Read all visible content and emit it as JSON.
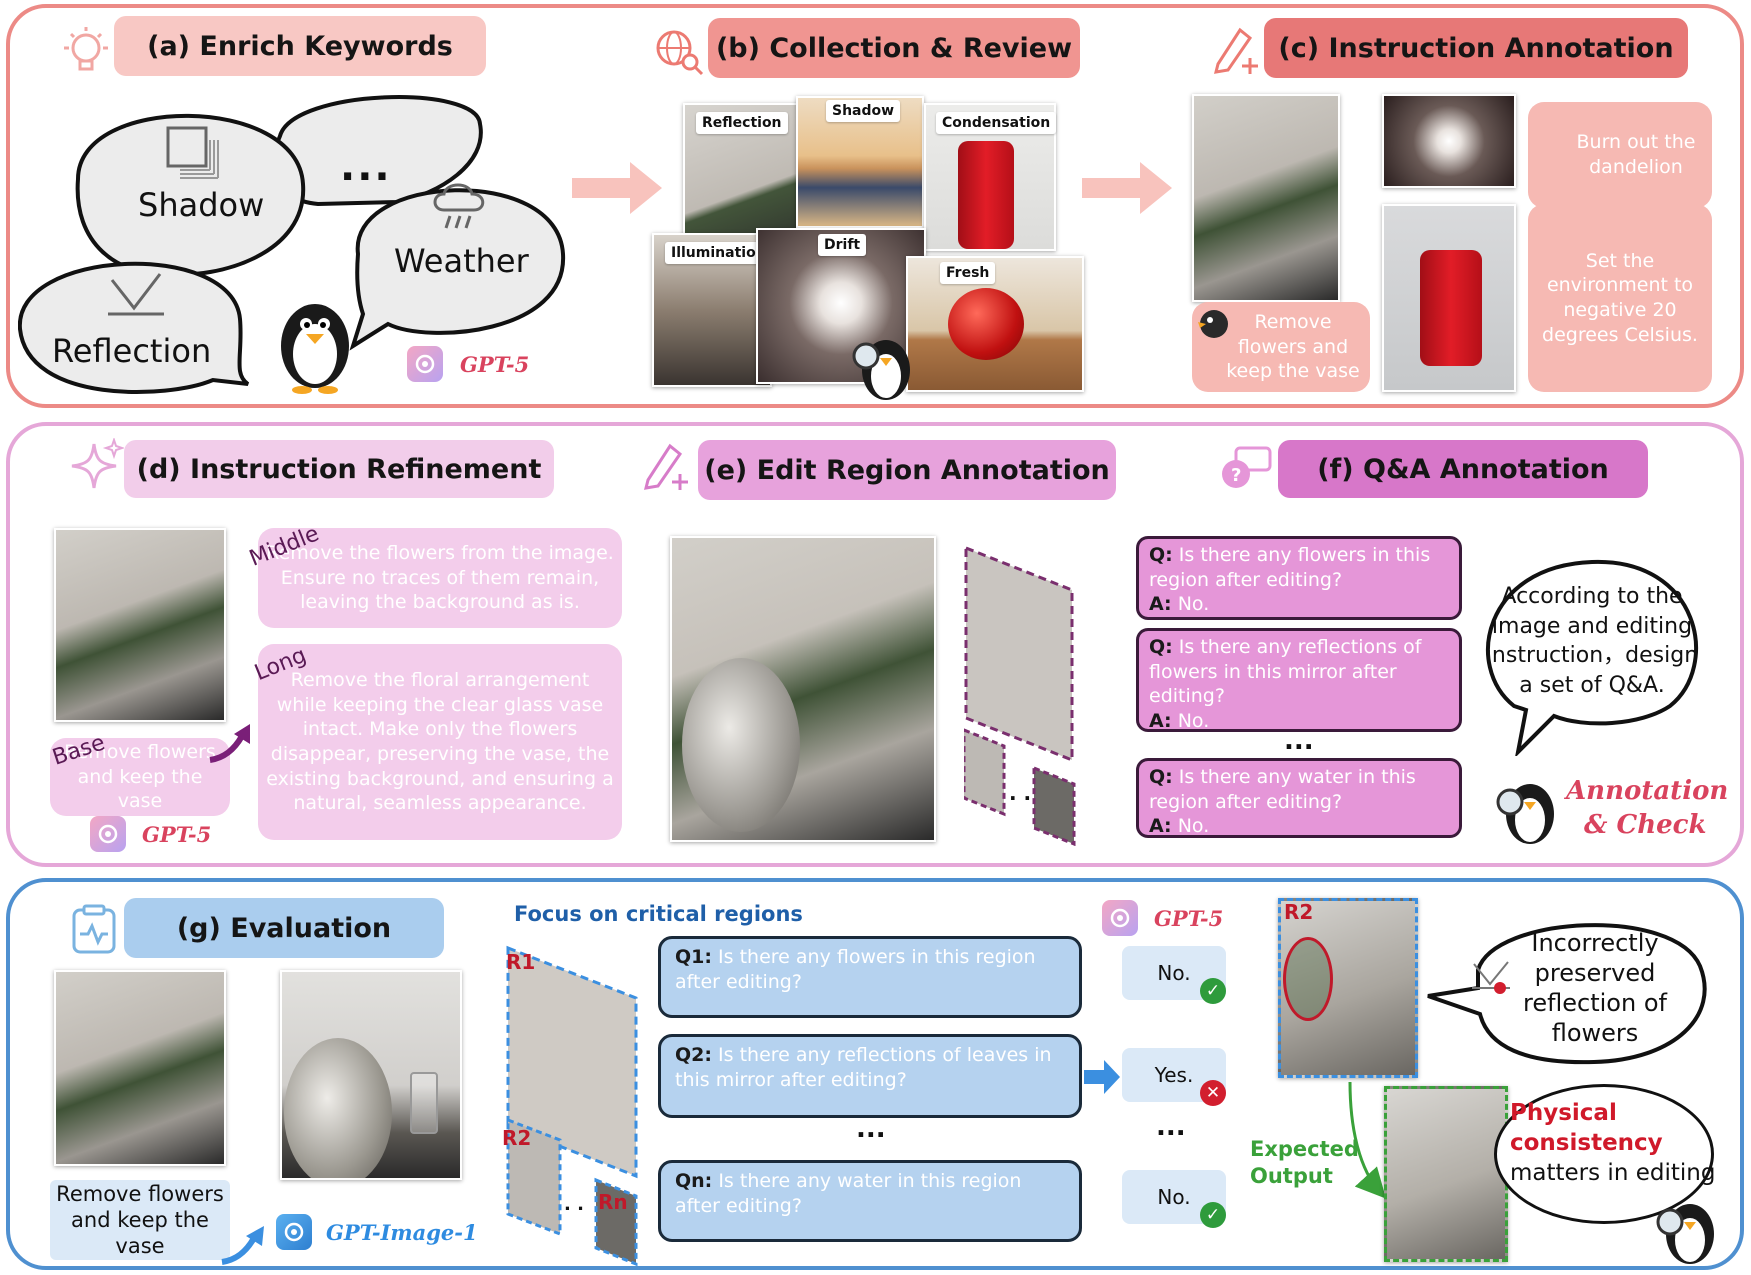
{
  "sections": {
    "a": "(a) Enrich Keywords",
    "b": "(b) Collection & Review",
    "c": "(c) Instruction Annotation",
    "d": "(d) Instruction Refinement",
    "e": "(e) Edit Region Annotation",
    "f": "(f) Q&A Annotation",
    "g": "(g) Evaluation"
  },
  "keywords": {
    "shadow": "Shadow",
    "weather": "Weather",
    "reflection": "Reflection",
    "more": "..."
  },
  "models": {
    "gpt5": "GPT-5",
    "gpt_image": "GPT-Image-1"
  },
  "collection_tags": [
    "Reflection",
    "Shadow",
    "Condensation",
    "Illumination",
    "Drift",
    "Fresh"
  ],
  "instructions": {
    "dandelion": "Burn out the dandelion",
    "coke": "Set the environment to negative 20 degrees Celsius.",
    "vase": "Remove flowers and keep the vase"
  },
  "refinement": {
    "base_label": "Base",
    "middle_label": "Middle",
    "long_label": "Long",
    "base_text": "Remove flowers and keep the vase",
    "middle_text": "Remove the flowers from the image. Ensure no traces of them remain, leaving the background as is.",
    "long_text": "Remove the floral arrangement while keeping the clear glass vase intact. Make only the flowers disappear, preserving the vase, the existing background, and ensuring a natural, seamless appearance."
  },
  "qa": {
    "items": [
      {
        "q_label": "Q:",
        "q": "Is there any flowers in this region after editing?",
        "a_label": "A:",
        "a": "No."
      },
      {
        "q_label": "Q:",
        "q": "Is there any reflections of flowers in this mirror after editing?",
        "a_label": "A:",
        "a": "No."
      },
      {
        "q_label": "Q:",
        "q": "Is there any water in this region after editing?",
        "a_label": "A:",
        "a": "No."
      }
    ],
    "ellipsis": "...",
    "bubble": "According to the image and editing instruction，design a set of Q&A.",
    "annotation_check_1": "Annotation",
    "annotation_check_2": "& Check"
  },
  "evaluation": {
    "focus": "Focus on critical regions",
    "instruction": "Remove flowers and keep the vase",
    "regions": [
      "R1",
      "R2",
      "Rn"
    ],
    "questions": [
      {
        "label": "Q1:",
        "text": "Is there any flowers in this region after editing?",
        "answer": "No.",
        "correct": true
      },
      {
        "label": "Q2:",
        "text": "Is there any reflections of leaves in this mirror after editing?",
        "answer": "Yes.",
        "correct": false
      },
      {
        "label": "Qn:",
        "text": "Is there any water in this region after editing?",
        "answer": "No.",
        "correct": true
      }
    ],
    "ellipsis": "...",
    "r2_label": "R2",
    "bubble": "Incorrectly preserved reflection of flowers",
    "expected_output": "Expected Output",
    "physical_1": "Physical",
    "physical_2": "consistency",
    "physical_3": "matters in editing"
  },
  "colors": {
    "top_border": "#ec8a86",
    "mid_border": "#e5a7d8",
    "bot_border": "#4f90d0",
    "gpt5_text": "#d9435e",
    "gpt_image_text": "#2e8be0",
    "expected_text": "#3aa13a"
  }
}
